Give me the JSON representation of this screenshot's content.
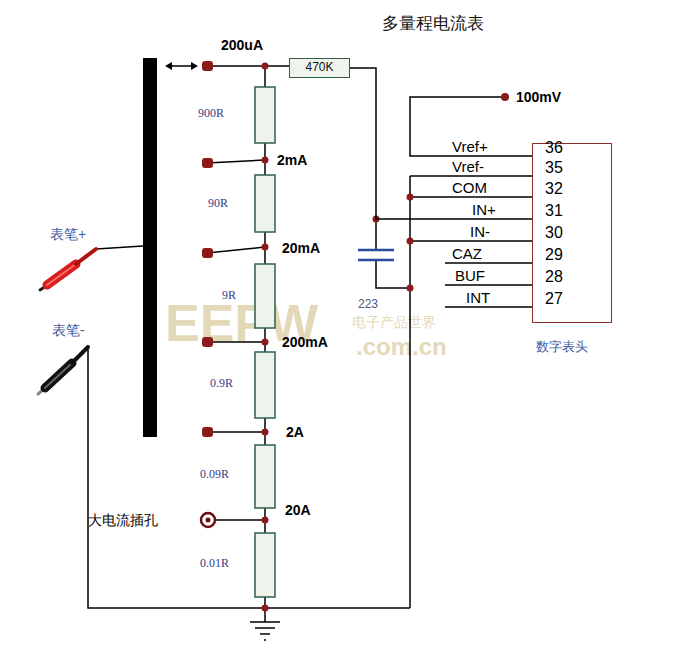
{
  "diagram": {
    "title": "多量程电流表",
    "nodes": [
      {
        "text": [
          "470K"
        ]
      },
      {
        "text": [
          "36",
          "35",
          "32",
          "31",
          "30",
          "29",
          "28",
          "27",
          "数字表头"
        ]
      }
    ],
    "edges": [
      {
        "from": 0,
        "to": 1,
        "arrow": "none"
      }
    ],
    "labels": [
      "200uA",
      "2mA",
      "20mA",
      "200mA",
      "2A",
      "20A",
      "900R",
      "90R",
      "9R",
      "0.9R",
      "0.09R",
      "0.01R",
      "100mV",
      "Vref+",
      "Vref-",
      "COM",
      "IN+",
      "IN-",
      "CAZ",
      "BUF",
      "INT",
      "表笔+",
      "表笔-",
      "大电流插孔",
      "223",
      "EEPW",
      "电子产品世界",
      ".com.cn"
    ]
  }
}
